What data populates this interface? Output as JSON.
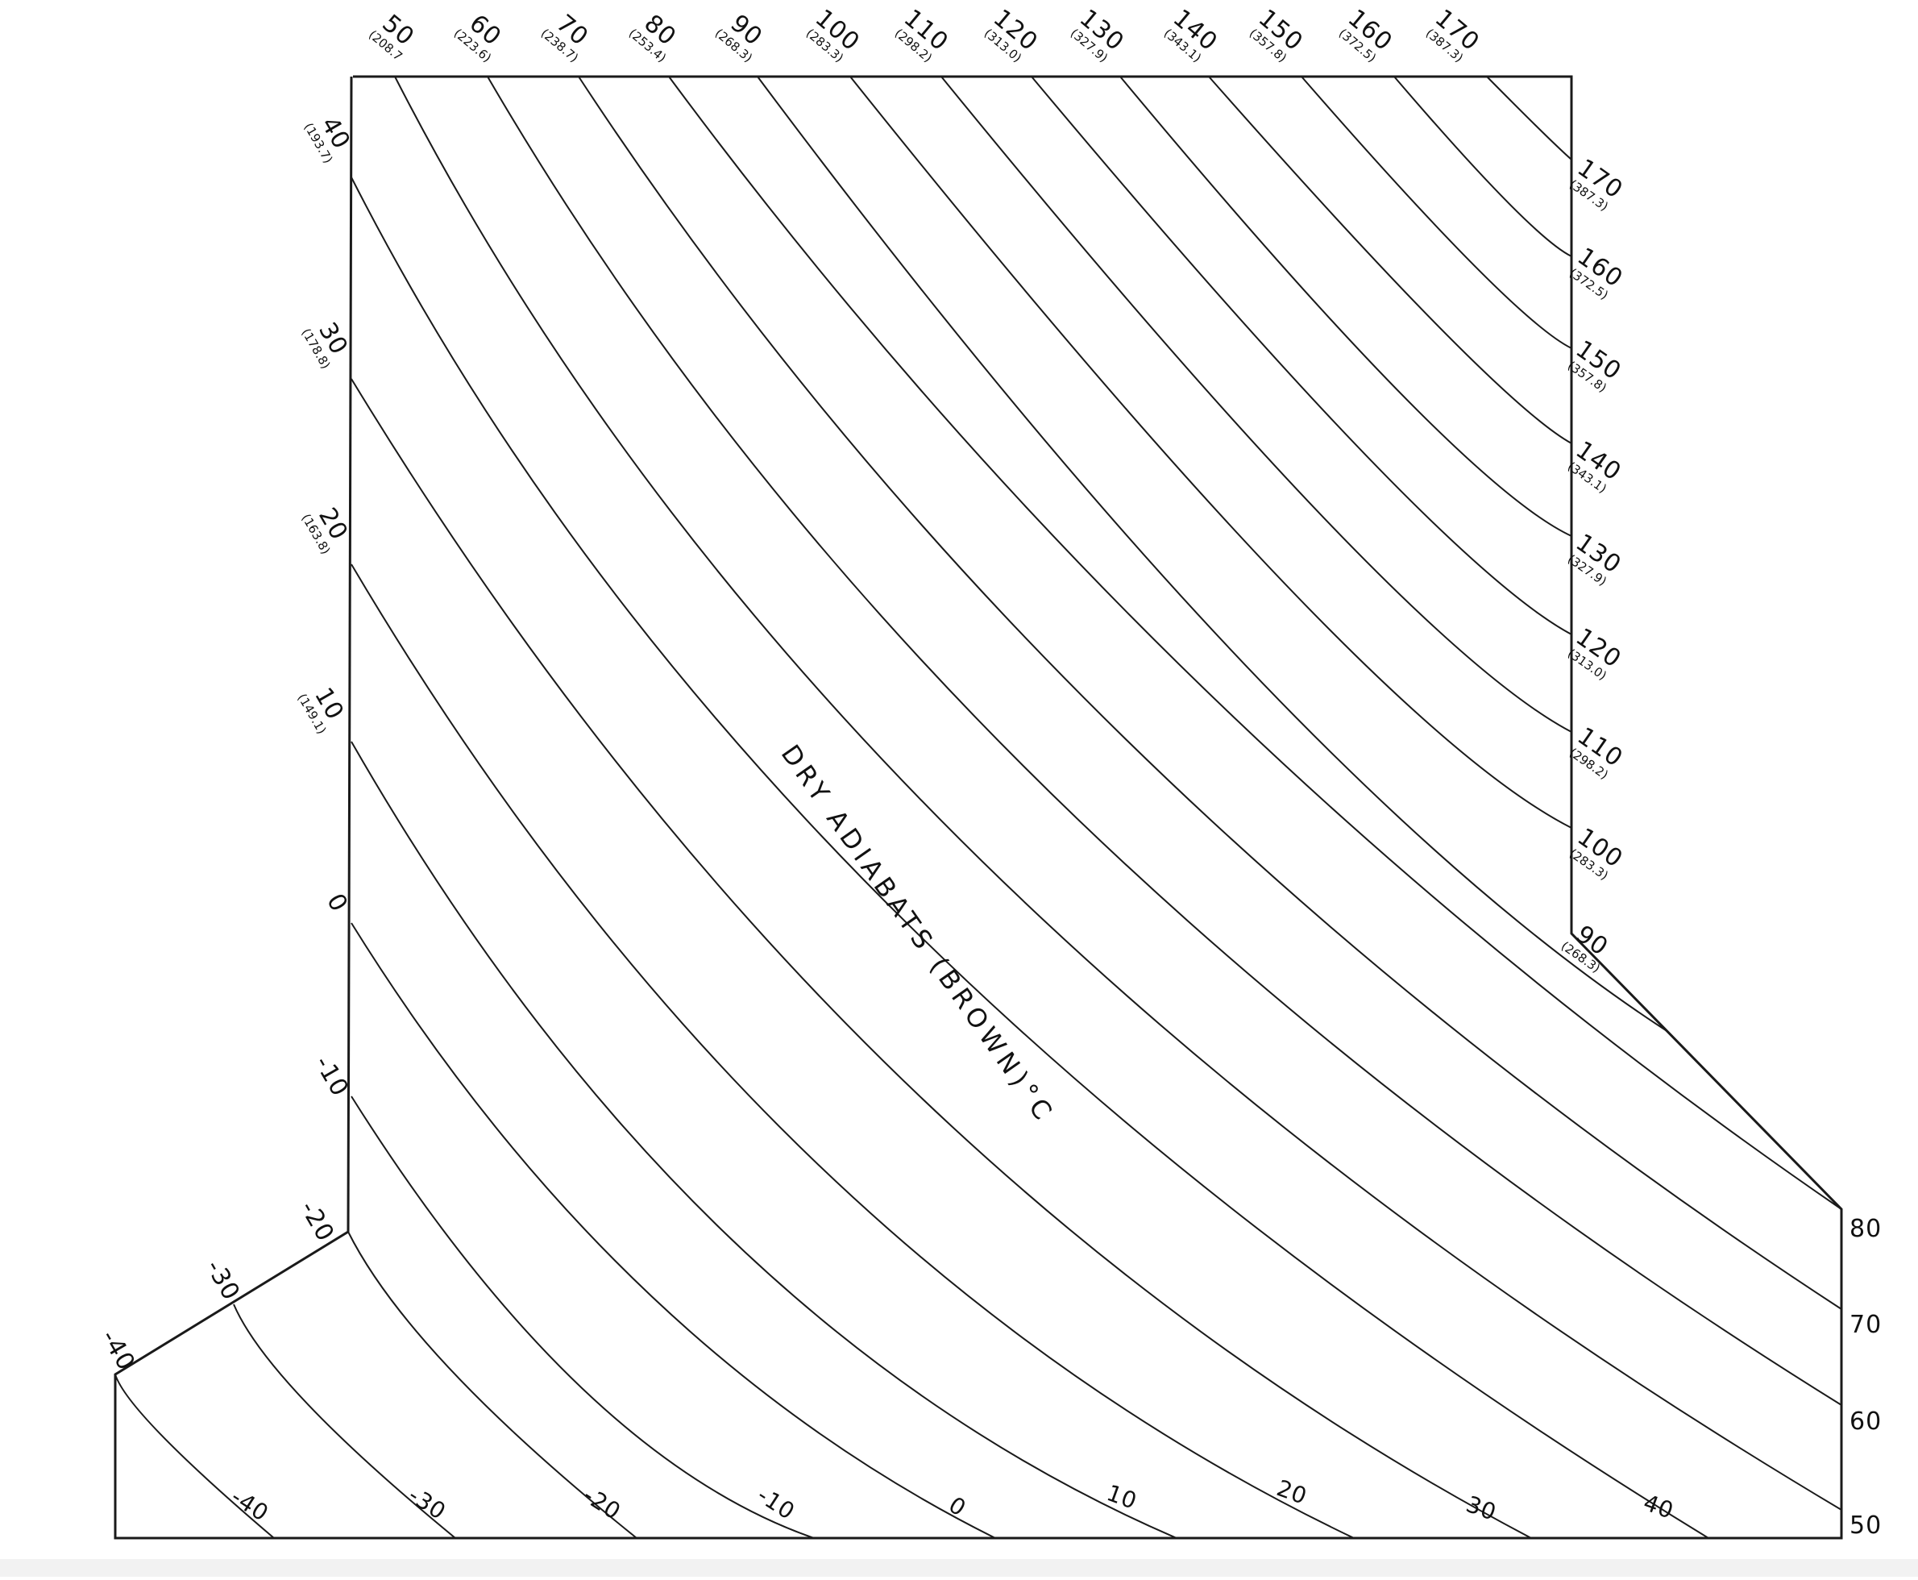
{
  "diagram": {
    "title": "DRY ADIABATS (BROWN)°C",
    "line_color": "#1a1a1a",
    "top_labels": [
      {
        "c": "50",
        "k": "(208.7"
      },
      {
        "c": "60",
        "k": "(223.6)"
      },
      {
        "c": "70",
        "k": "(238.7)"
      },
      {
        "c": "80",
        "k": "(253.4)"
      },
      {
        "c": "90",
        "k": "(268.3)"
      },
      {
        "c": "100",
        "k": "(283.3)"
      },
      {
        "c": "110",
        "k": "(298.2)"
      },
      {
        "c": "120",
        "k": "(313.0)"
      },
      {
        "c": "130",
        "k": "(327.9)"
      },
      {
        "c": "140",
        "k": "(343.1)"
      },
      {
        "c": "150",
        "k": "(357.8)"
      },
      {
        "c": "160",
        "k": "(372.5)"
      },
      {
        "c": "170",
        "k": "(387.3)"
      }
    ],
    "left_labels": [
      {
        "c": "40",
        "k": "(193.7)"
      },
      {
        "c": "30",
        "k": "(178.8)"
      },
      {
        "c": "20",
        "k": "(163.8)"
      },
      {
        "c": "10",
        "k": "(149.1)"
      },
      {
        "c": "0",
        "k": ""
      },
      {
        "c": "-10",
        "k": ""
      },
      {
        "c": "-20",
        "k": ""
      },
      {
        "c": "-30",
        "k": ""
      },
      {
        "c": "-40",
        "k": ""
      }
    ],
    "right_labels": [
      {
        "c": "170",
        "k": "(387.3)"
      },
      {
        "c": "160",
        "k": "(372.5)"
      },
      {
        "c": "150",
        "k": "(357.8)"
      },
      {
        "c": "140",
        "k": "(343.1)"
      },
      {
        "c": "130",
        "k": "(327.9)"
      },
      {
        "c": "120",
        "k": "(313.0)"
      },
      {
        "c": "110",
        "k": "(298.2)"
      },
      {
        "c": "100",
        "k": "(283.3)"
      },
      {
        "c": "90",
        "k": "(268.3)"
      }
    ],
    "far_right_labels": [
      "80",
      "70",
      "60",
      "50"
    ],
    "bottom_labels": [
      "-40",
      "-30",
      "-20",
      "-10",
      "0",
      "10",
      "20",
      "30",
      "40"
    ]
  }
}
